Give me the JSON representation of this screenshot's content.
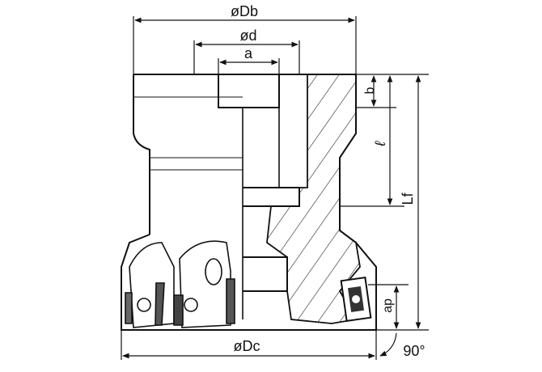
{
  "diagram": {
    "labels": {
      "Db": "øDb",
      "d": "ød",
      "a": "a",
      "b": "b",
      "l": "ℓ",
      "Lf": "Lf",
      "ap": "ap",
      "Dc": "øDc",
      "angle": "90°"
    }
  }
}
